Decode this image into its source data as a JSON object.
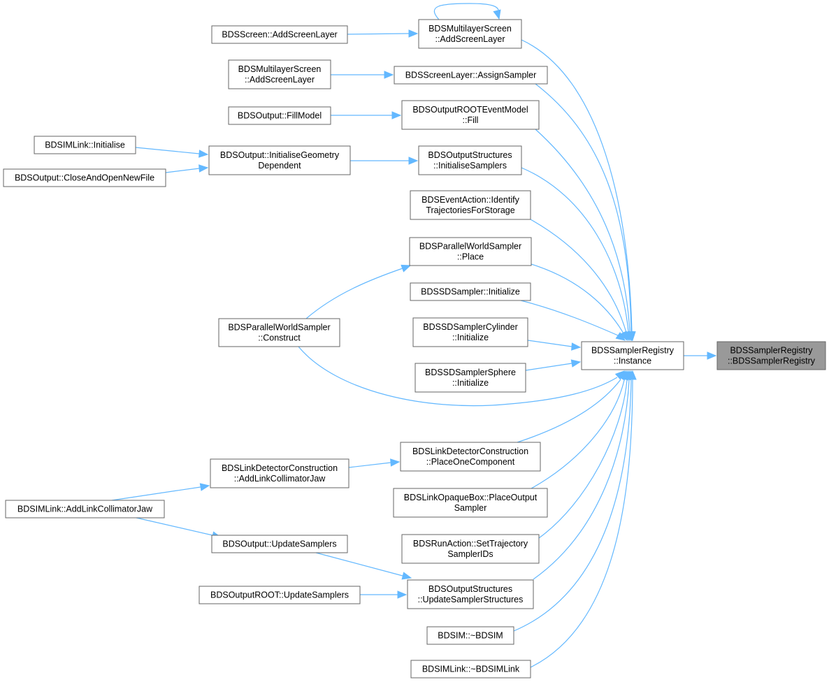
{
  "colors": {
    "edge": "#63b8ff",
    "node_border": "#666666",
    "node_fill": "#ffffff",
    "root_fill": "#999999",
    "text": "#000000"
  },
  "nodes": [
    {
      "id": "registry_ctor",
      "lines": [
        "BDSSamplerRegistry",
        "::BDSSamplerRegistry"
      ],
      "root": true
    },
    {
      "id": "registry_instance",
      "lines": [
        "BDSSamplerRegistry",
        "::Instance"
      ]
    },
    {
      "id": "mls_addlayer",
      "lines": [
        "BDSMultilayerScreen",
        "::AddScreenLayer"
      ]
    },
    {
      "id": "screen_addlayer",
      "lines": [
        "BDSScreen::AddScreenLayer"
      ]
    },
    {
      "id": "screenlayer_assign",
      "lines": [
        "BDSScreenLayer::AssignSampler"
      ]
    },
    {
      "id": "mls_addlayer2",
      "lines": [
        "BDSMultilayerScreen",
        "::AddScreenLayer"
      ]
    },
    {
      "id": "orem_fill",
      "lines": [
        "BDSOutputROOTEventModel",
        "::Fill"
      ]
    },
    {
      "id": "output_fillmodel",
      "lines": [
        "BDSOutput::FillModel"
      ]
    },
    {
      "id": "os_initsamplers",
      "lines": [
        "BDSOutputStructures",
        "::InitialiseSamplers"
      ]
    },
    {
      "id": "output_initgeom",
      "lines": [
        "BDSOutput::InitialiseGeometry",
        "Dependent"
      ]
    },
    {
      "id": "bdsimlink_init",
      "lines": [
        "BDSIMLink::Initialise"
      ]
    },
    {
      "id": "output_closeopen",
      "lines": [
        "BDSOutput::CloseAndOpenNewFile"
      ]
    },
    {
      "id": "eventaction_identify",
      "lines": [
        "BDSEventAction::Identify",
        "TrajectoriesForStorage"
      ]
    },
    {
      "id": "pws_place",
      "lines": [
        "BDSParallelWorldSampler",
        "::Place"
      ]
    },
    {
      "id": "sd_init",
      "lines": [
        "BDSSDSampler::Initialize"
      ]
    },
    {
      "id": "pws_construct",
      "lines": [
        "BDSParallelWorldSampler",
        "::Construct"
      ]
    },
    {
      "id": "sdcyl_init",
      "lines": [
        "BDSSDSamplerCylinder",
        "::Initialize"
      ]
    },
    {
      "id": "sdsph_init",
      "lines": [
        "BDSSDSamplerSphere",
        "::Initialize"
      ]
    },
    {
      "id": "ldc_placeone",
      "lines": [
        "BDSLinkDetectorConstruction",
        "::PlaceOneComponent"
      ]
    },
    {
      "id": "ldc_addjaw",
      "lines": [
        "BDSLinkDetectorConstruction",
        "::AddLinkCollimatorJaw"
      ]
    },
    {
      "id": "bdsimlink_addjaw",
      "lines": [
        "BDSIMLink::AddLinkCollimatorJaw"
      ]
    },
    {
      "id": "opaquebox_place",
      "lines": [
        "BDSLinkOpaqueBox::PlaceOutput",
        "Sampler"
      ]
    },
    {
      "id": "runaction_settraj",
      "lines": [
        "BDSRunAction::SetTrajectory",
        "SamplerIDs"
      ]
    },
    {
      "id": "output_updatesamplers",
      "lines": [
        "BDSOutput::UpdateSamplers"
      ]
    },
    {
      "id": "os_updatestructs",
      "lines": [
        "BDSOutputStructures",
        "::UpdateSamplerStructures"
      ]
    },
    {
      "id": "outputroot_update",
      "lines": [
        "BDSOutputROOT::UpdateSamplers"
      ]
    },
    {
      "id": "bdsim_dtor",
      "lines": [
        "BDSIM::~BDSIM"
      ]
    },
    {
      "id": "bdsimlink_dtor",
      "lines": [
        "BDSIMLink::~BDSIMLink"
      ]
    }
  ]
}
